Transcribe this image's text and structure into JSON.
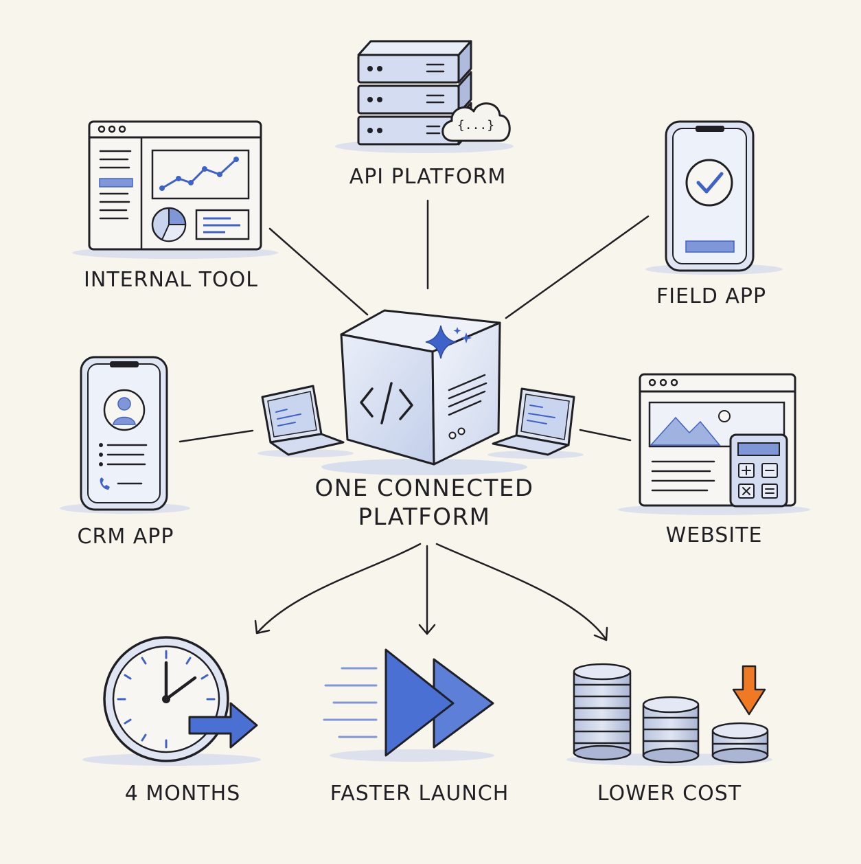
{
  "center": {
    "line1": "ONE CONNECTED",
    "line2": "PLATFORM"
  },
  "nodes": {
    "api_platform": "API PLATFORM",
    "internal_tool": "INTERNAL TOOL",
    "field_app": "FIELD APP",
    "crm_app": "CRM APP",
    "website": "WEBSITE"
  },
  "outcomes": {
    "months": "4 MONTHS",
    "faster_launch": "FASTER LAUNCH",
    "lower_cost": "LOWER COST"
  },
  "icons": {
    "cloud_braces": "{...}",
    "code_symbol": "</>"
  },
  "colors": {
    "background": "#f8f5ec",
    "ink": "#1f1f24",
    "blue": "#3e63c8",
    "blue_light": "#c9d4ee",
    "orange": "#f07a24"
  }
}
